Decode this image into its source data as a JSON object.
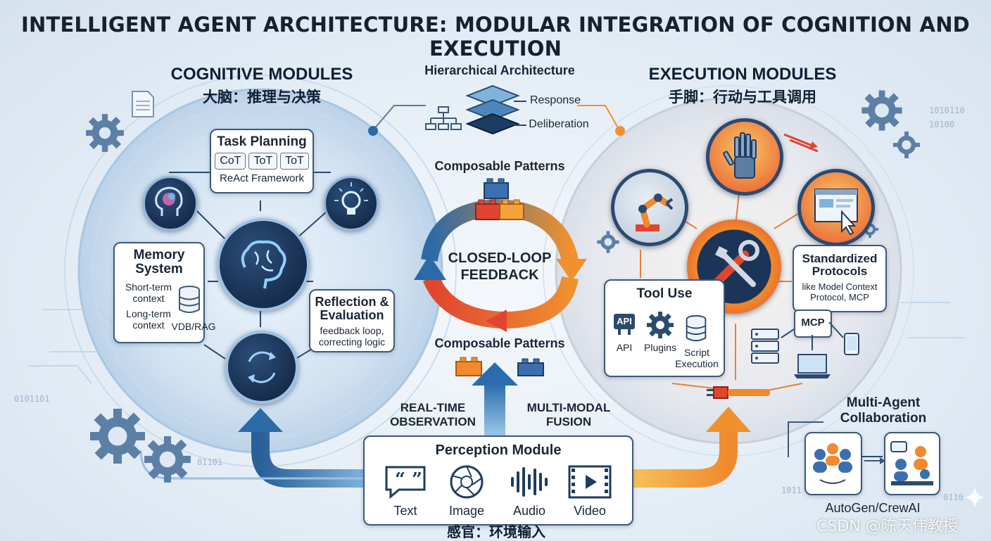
{
  "title": "INTELLIGENT AGENT ARCHITECTURE: MODULAR INTEGRATION OF COGNITION AND EXECUTION",
  "cognitive": {
    "title": "COGNITIVE MODULES",
    "subtitle": "大脑：推理与决策",
    "task_planning": {
      "title": "Task Planning",
      "chips": [
        "CoT",
        "ToT",
        "ToT"
      ],
      "framework": "ReAct Framework"
    },
    "memory": {
      "title_line1": "Memory",
      "title_line2": "System",
      "short_line1": "Short-term",
      "short_line2": "context",
      "long_line1": "Long-term",
      "long_line2": "context",
      "vdb": "VDB/RAG"
    },
    "reflection": {
      "title_line1": "Reflection &",
      "title_line2": "Evaluation",
      "desc_line1": "feedback loop,",
      "desc_line2": "correcting logic"
    }
  },
  "center": {
    "hierarchical": "Hierarchical Architecture",
    "response": "Response",
    "deliberation": "Deliberation",
    "composable_top": "Composable Patterns",
    "loop_line1": "CLOSED-LOOP",
    "loop_line2": "FEEDBACK",
    "composable_bottom": "Composable Patterns",
    "realtime_line1": "REAL-TIME",
    "realtime_line2": "OBSERVATION",
    "multimodal_line1": "MULTI-MODAL",
    "multimodal_line2": "FUSION"
  },
  "perception": {
    "title": "Perception Module",
    "items": [
      {
        "label": "Text",
        "icon": "quote-icon"
      },
      {
        "label": "Image",
        "icon": "aperture-icon"
      },
      {
        "label": "Audio",
        "icon": "waveform-icon"
      },
      {
        "label": "Video",
        "icon": "film-icon"
      }
    ],
    "subtitle": "感官：环境输入"
  },
  "execution": {
    "title": "EXECUTION MODULES",
    "subtitle": "手脚：行动与工具调用",
    "tool_use": {
      "title": "Tool Use",
      "api_badge": "API",
      "api": "API",
      "plugins": "Plugins",
      "script_line1": "Script",
      "script_line2": "Execution"
    },
    "protocols": {
      "title_line1": "Standardized",
      "title_line2": "Protocols",
      "desc_line1": "like Model Context",
      "desc_line2": "Protocol, MCP",
      "mcp": "MCP"
    },
    "multi_agent": {
      "title_line1": "Multi-Agent",
      "title_line2": "Collaboration",
      "frameworks": "AutoGen/CrewAI"
    }
  },
  "binary_text": [
    "0101101",
    "1010110",
    "01101",
    "10100",
    "0110",
    "1011"
  ],
  "watermark": "CSDN @陈天伟教授",
  "colors": {
    "accent_blue": "#2f6da8",
    "accent_orange": "#f08a2c",
    "accent_red": "#e0452f",
    "dark_navy": "#0f1f35"
  }
}
